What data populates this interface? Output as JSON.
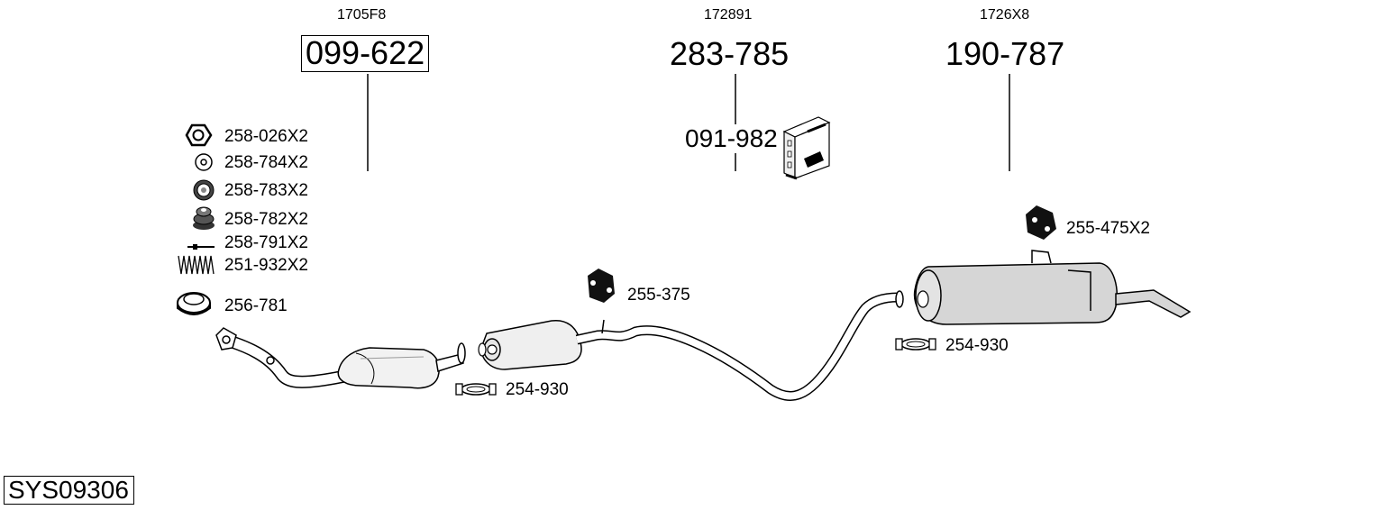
{
  "diagram": {
    "system_code": "SYS09306",
    "groups": [
      {
        "ref_code": "1705F8",
        "part_number": "099-622"
      },
      {
        "ref_code": "172891",
        "part_number": "283-785",
        "kit_part": "091-982"
      },
      {
        "ref_code": "1726X8",
        "part_number": "190-787"
      }
    ],
    "fittings": [
      {
        "label": "258-026X2",
        "icon": "hex-nut-icon"
      },
      {
        "label": "258-784X2",
        "icon": "washer-icon"
      },
      {
        "label": "258-783X2",
        "icon": "rubber-ring-icon"
      },
      {
        "label": "258-782X2",
        "icon": "rubber-mount-icon"
      },
      {
        "label": "258-791X2",
        "icon": "bolt-icon"
      },
      {
        "label": "251-932X2",
        "icon": "spring-icon"
      },
      {
        "label": "256-781",
        "icon": "gasket-ring-icon"
      }
    ],
    "parts": {
      "hanger_mid": "255-375",
      "hanger_rear": "255-475X2",
      "clamp_front": "254-930",
      "clamp_rear": "254-930"
    }
  }
}
